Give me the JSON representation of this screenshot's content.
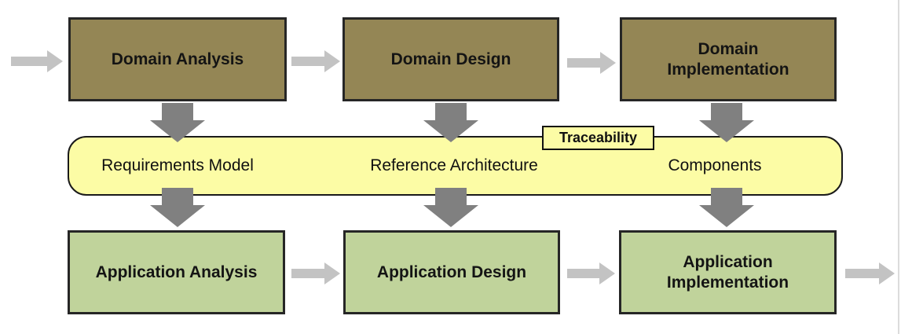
{
  "colors": {
    "domain_box": "#948655",
    "application_box": "#c0d39b",
    "artifact_band": "#fcfca5",
    "down_arrow": "#808080",
    "flow_arrow": "#c3c3c3"
  },
  "domain_row": {
    "boxes": [
      {
        "label": "Domain Analysis"
      },
      {
        "label": "Domain Design"
      },
      {
        "label": "Domain Implementation"
      }
    ]
  },
  "band": {
    "tag_label": "Traceability",
    "items": [
      {
        "label": "Requirements Model"
      },
      {
        "label": "Reference Architecture"
      },
      {
        "label": "Components"
      }
    ]
  },
  "application_row": {
    "boxes": [
      {
        "label": "Application Analysis"
      },
      {
        "label": "Application Design"
      },
      {
        "label": "Application Implementation"
      }
    ]
  }
}
